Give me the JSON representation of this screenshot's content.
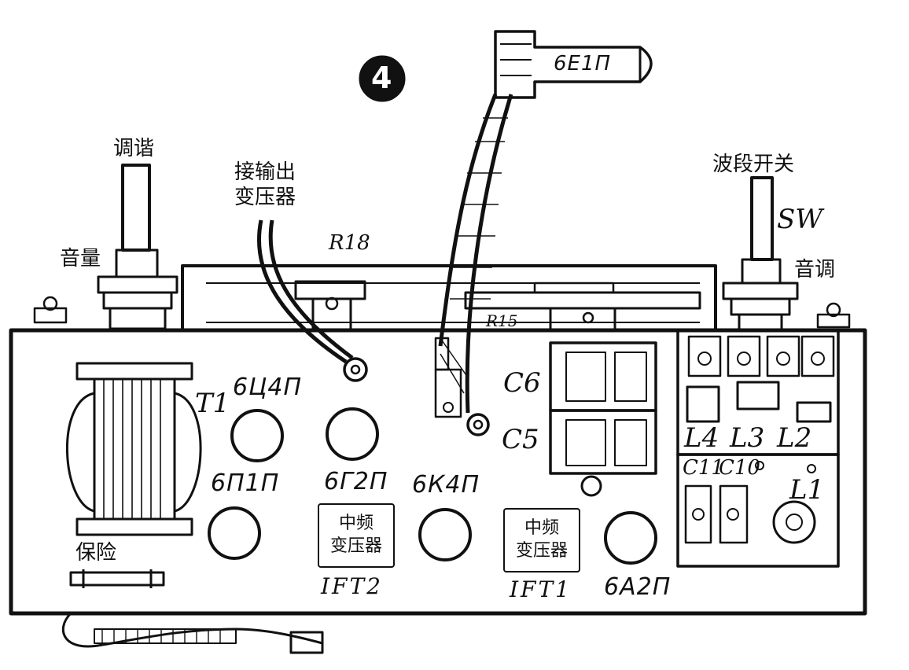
{
  "figure_number": "4",
  "labels": {
    "tuning": "调谐",
    "volume": "音量",
    "output_transformer_line1": "接输出",
    "output_transformer_line2": "变压器",
    "band_switch": "波段开关",
    "tone": "音调",
    "fuse": "保险",
    "sw": "SW",
    "r18": "R18",
    "r15": "R15",
    "c6": "C6",
    "c5": "C5",
    "c11": "C11",
    "c10": "C10",
    "l4": "L4",
    "l3": "L3",
    "l2": "L2",
    "l1": "L1",
    "t1": "T1"
  },
  "tubes": {
    "top_tube": "6E1П",
    "tube_1": "6Ц4П",
    "tube_2": "6Г2П",
    "tube_3": "6П1П",
    "tube_4": "6К4П",
    "tube_5": "6А2П"
  },
  "ift_boxes": [
    {
      "line1": "中频",
      "line2": "变压器",
      "label": "IFT2"
    },
    {
      "line1": "中频",
      "line2": "变压器",
      "label": "IFT1"
    }
  ]
}
